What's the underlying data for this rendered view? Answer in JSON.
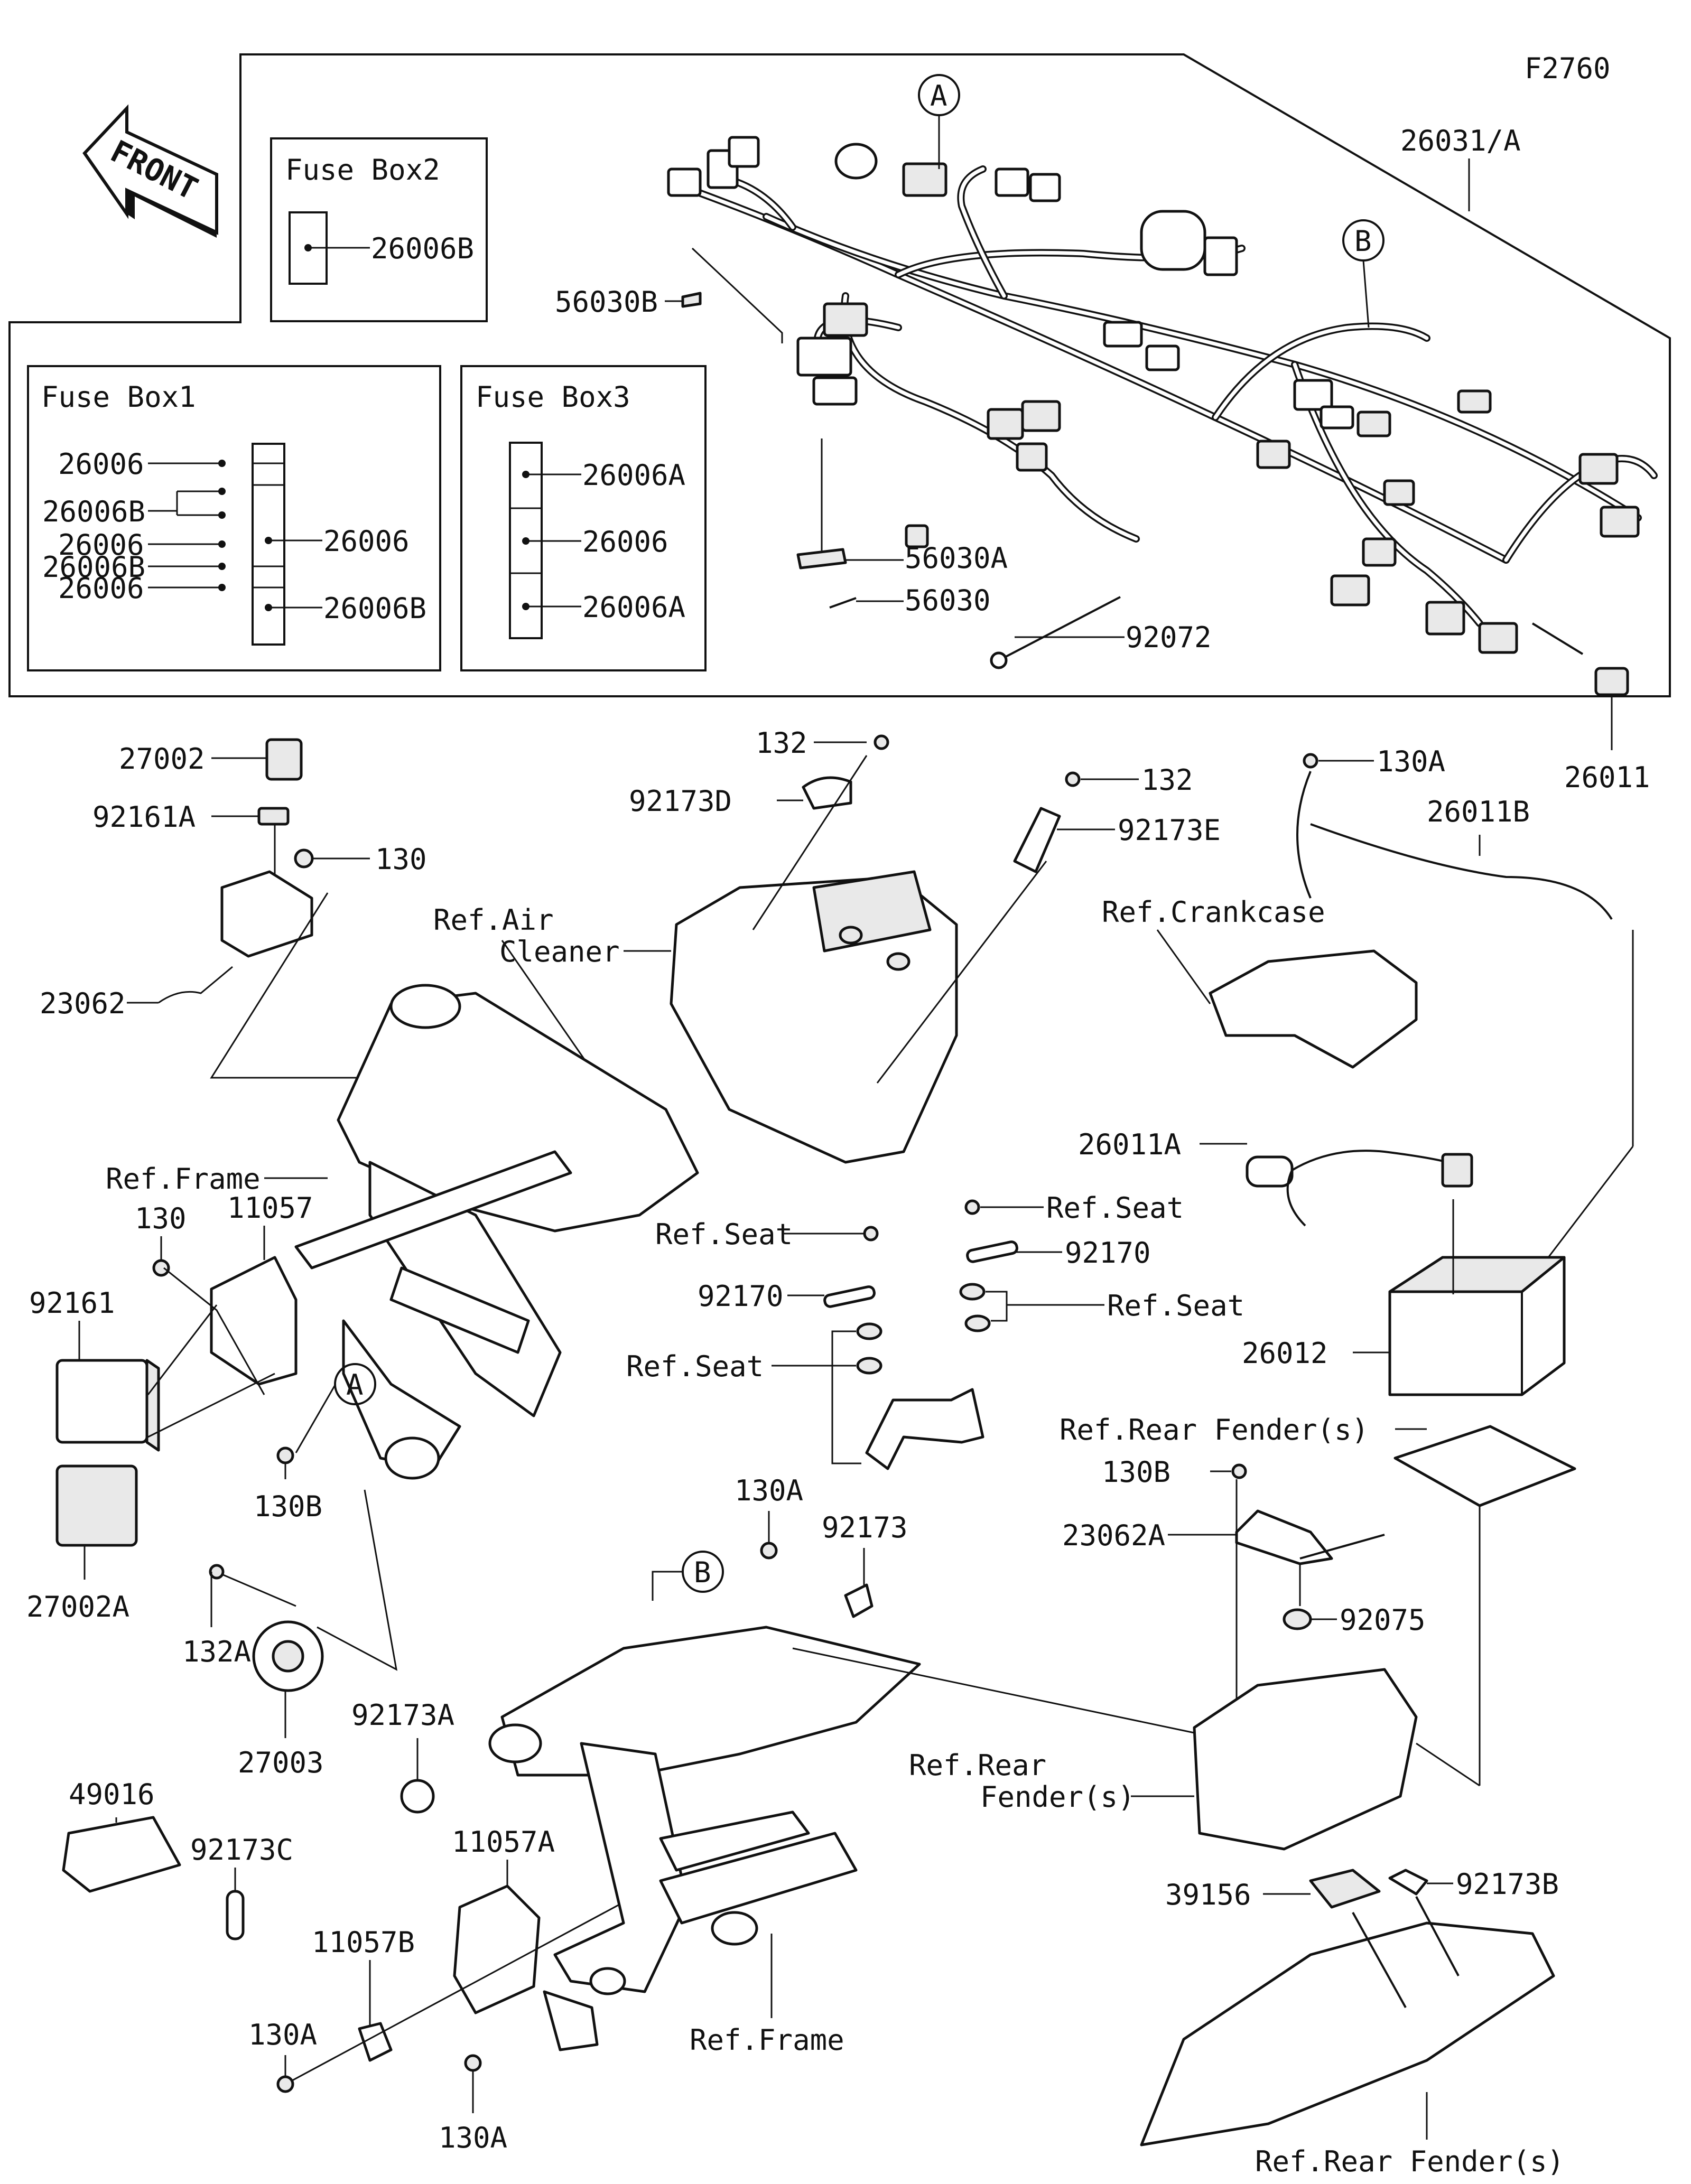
{
  "figure_code": "F2760",
  "front_label": "FRONT",
  "refs": {
    "ref1": "A",
    "ref2": "B"
  },
  "fuse_box_1": {
    "title": "Fuse Box1",
    "labels": [
      "26006",
      "26006B",
      "26006",
      "26006B",
      "26006",
      "26006",
      "26006B"
    ]
  },
  "fuse_box_2": {
    "title": "Fuse Box2",
    "labels": [
      "26006B"
    ]
  },
  "fuse_box_3": {
    "title": "Fuse Box3",
    "labels": [
      "26006A",
      "26006",
      "26006A"
    ]
  },
  "callouts": {
    "c_26031a": "26031/A",
    "c_56030b": "56030B",
    "c_56030a": "56030A",
    "c_56030": "56030",
    "c_92072": "92072",
    "c_26011": "26011",
    "c_27002": "27002",
    "c_92161a": "92161A",
    "c_130_1": "130",
    "c_23062": "23062",
    "c_ref_frame_1": "Ref.Frame",
    "c_130_2": "130",
    "c_11057": "11057",
    "c_92161": "92161",
    "c_130b_1": "130B",
    "c_27002a": "27002A",
    "c_132a": "132A",
    "c_27003": "27003",
    "c_92173a": "92173A",
    "c_49016": "49016",
    "c_92173c": "92173C",
    "c_11057a": "11057A",
    "c_11057b": "11057B",
    "c_130a_1": "130A",
    "c_130a_2": "130A",
    "c_ref_frame_2": "Ref.Frame",
    "c_132_1": "132",
    "c_92173d": "92173D",
    "c_132_2": "132",
    "c_92173e": "92173E",
    "c_ref_air": "Ref.Air",
    "c_cleaner": "Cleaner",
    "c_ref_seat_1": "Ref.Seat",
    "c_92170_1": "92170",
    "c_ref_seat_2": "Ref.Seat",
    "c_92170_2": "92170",
    "c_ref_seat_3": "Ref.Seat",
    "c_ref_seat_4": "Ref.Seat",
    "c_130a_3": "130A",
    "c_92173": "92173",
    "c_ref_rear_1a": "Ref.Rear",
    "c_ref_rear_1b": "Fender(s)",
    "c_130a_4": "130A",
    "c_26011b": "26011B",
    "c_ref_crankcase": "Ref.Crankcase",
    "c_26011a": "26011A",
    "c_26012": "26012",
    "c_ref_rear_2": "Ref.Rear Fender(s)",
    "c_130b_2": "130B",
    "c_23062a": "23062A",
    "c_92075": "92075",
    "c_39156": "39156",
    "c_92173b": "92173B",
    "c_ref_rear_3": "Ref.Rear Fender(s)"
  }
}
